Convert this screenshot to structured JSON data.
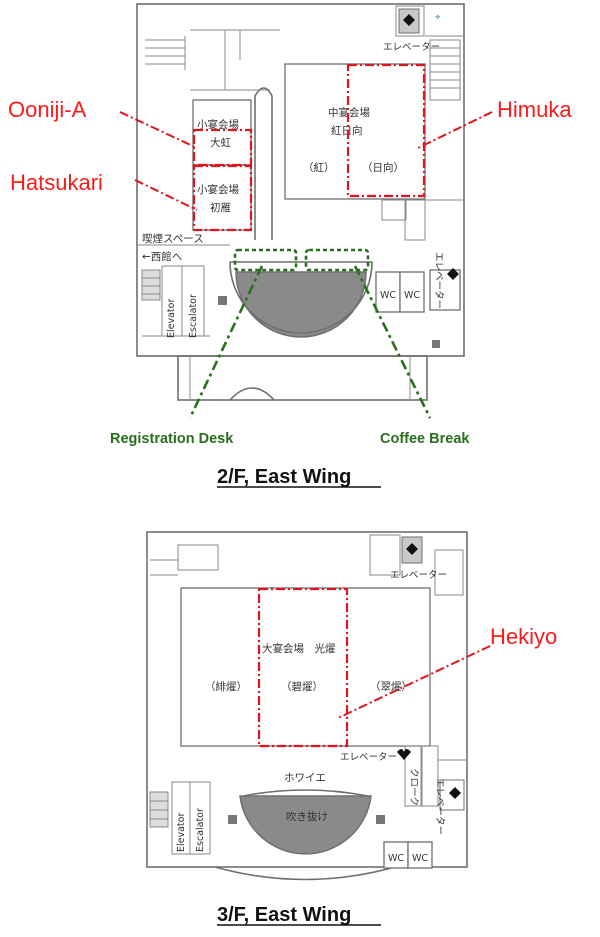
{
  "floor2": {
    "title": "2/F, East Wing",
    "rooms": {
      "medium_hall_line1": "中宴会場",
      "medium_hall_line2": "紅日向",
      "beni": "（紅）",
      "hinata": "（日向）",
      "small_hall_a_line1": "小宴会場",
      "small_hall_a_line2": "大虹",
      "small_hall_b_line1": "小宴会場",
      "small_hall_b_line2": "初雁",
      "smoking": "喫煙スペース",
      "to_west": "←西館へ",
      "elevator_top": "エレベーター",
      "elevator_side": "エレベーター",
      "elevator_label": "Elevator",
      "escalator_label": "Escalator",
      "wc1": "WC",
      "wc2": "WC"
    },
    "labels": {
      "ooniji": "Ooniji-A",
      "hatsukari": "Hatsukari",
      "himuka": "Himuka",
      "registration": "Registration Desk",
      "coffee": "Coffee Break"
    }
  },
  "floor3": {
    "title": "3/F, East Wing",
    "rooms": {
      "large_hall": "大宴会場　光燿",
      "hiyo": "（緋燿）",
      "hekiyo_jp": "（碧燿）",
      "suiyo": "（翠燿）",
      "foyer": "ホワイエ",
      "atrium": "吹き抜け",
      "cloak": "クローク",
      "elevator_top": "エレベーター",
      "elevator_mid": "エレベーター",
      "elevator_side": "エレベーター",
      "elevator_label": "Elevator",
      "escalator_label": "Escalator",
      "wc1": "WC",
      "wc2": "WC"
    },
    "labels": {
      "hekiyo": "Hekiyo"
    }
  },
  "colors": {
    "highlight_red": "#e0141c",
    "label_red": "#ff1a1a",
    "highlight_green": "#2a6e1f"
  }
}
